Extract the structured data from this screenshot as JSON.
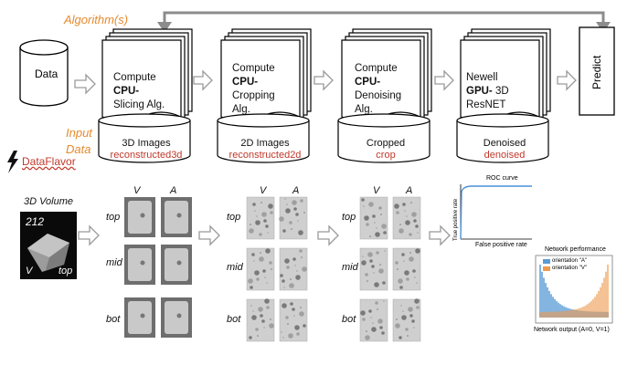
{
  "labels": {
    "algorithms": "Algorithm(s)",
    "input": "Input",
    "data": "Data",
    "dataflavor": "DataFlavor"
  },
  "data_node": {
    "label": "Data"
  },
  "predict": {
    "label": "Predict"
  },
  "stages": [
    {
      "line1": "Compute",
      "bold": "CPU-",
      "line2": "Slicing Alg.",
      "line3": "",
      "out1": "3D Images",
      "out2": "reconstructed3d"
    },
    {
      "line1": "Compute",
      "bold": "CPU-",
      "line2": "Cropping",
      "line3": "Alg.",
      "out1": "2D Images",
      "out2": "reconstructed2d"
    },
    {
      "line1": "Compute",
      "bold": "CPU-",
      "line2": "Denoising",
      "line3": "Alg.",
      "out1": "Cropped",
      "out2": "crop"
    },
    {
      "line1": "Newell",
      "bold": "GPU-",
      "bold_rest": " 3D",
      "line2": "ResNET",
      "line3": "",
      "out1": "Denoised",
      "out2": "denoised"
    }
  ],
  "volume": {
    "title": "3D Volume",
    "num": "212",
    "v": "V",
    "top": "top"
  },
  "grid_labels": {
    "v": "V",
    "a": "A",
    "top": "top",
    "mid": "mid",
    "bot": "bot"
  },
  "roc": {
    "title": "ROC curve",
    "ylabel": "True positive rate",
    "xlabel": "False positive rate"
  },
  "perf": {
    "title": "Network performance",
    "legend_a": "orientation \"A\"",
    "legend_v": "orientation \"V\"",
    "xlabel": "Network output (A=0, V=1)",
    "color_a": "#5b9bd5",
    "color_v": "#ed9a4c"
  },
  "colors": {
    "accent_orange": "#e58a2f",
    "accent_red": "#c0392b",
    "arrow": "#9a9a9a"
  }
}
